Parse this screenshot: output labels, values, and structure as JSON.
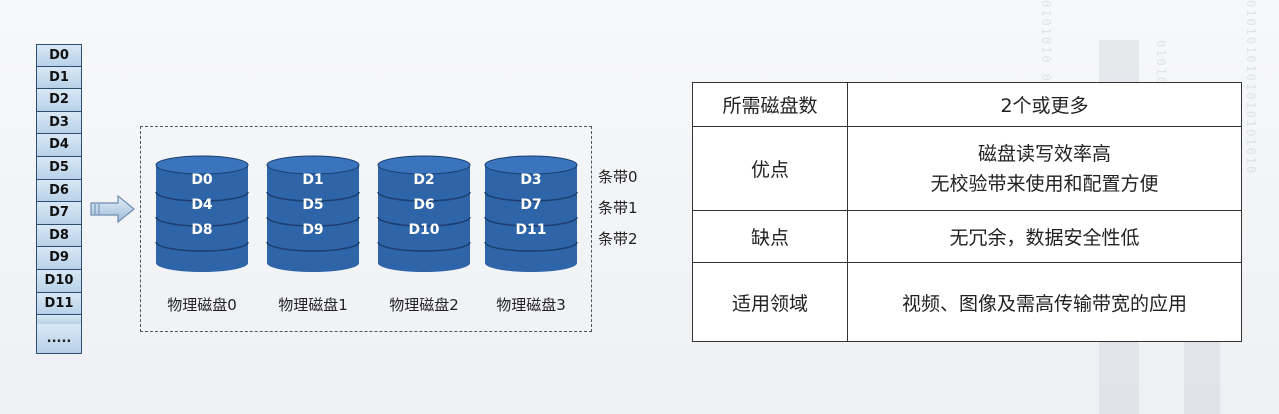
{
  "stack": {
    "blocks": [
      "D0",
      "D1",
      "D2",
      "D3",
      "D4",
      "D5",
      "D6",
      "D7",
      "D8",
      "D9",
      "D10",
      "D11"
    ],
    "more": "....."
  },
  "disks": [
    {
      "rows": [
        "D0",
        "D4",
        "D8"
      ],
      "label": "物理磁盘0"
    },
    {
      "rows": [
        "D1",
        "D5",
        "D9"
      ],
      "label": "物理磁盘1"
    },
    {
      "rows": [
        "D2",
        "D6",
        "D10"
      ],
      "label": "物理磁盘2"
    },
    {
      "rows": [
        "D3",
        "D7",
        "D11"
      ],
      "label": "物理磁盘3"
    }
  ],
  "stripes": [
    "条带0",
    "条带1",
    "条带2"
  ],
  "table": {
    "rows": [
      {
        "key": "所需磁盘数",
        "value": [
          "2个或更多"
        ]
      },
      {
        "key": "优点",
        "value": [
          "磁盘读写效率高",
          "无校验带来使用和配置方便"
        ]
      },
      {
        "key": "缺点",
        "value": [
          "无冗余，数据安全性低"
        ]
      },
      {
        "key": "适用领域",
        "value": [
          "视频、图像及需高传输带宽的应用"
        ]
      }
    ]
  },
  "colors": {
    "disk_fill": "#2e64a8",
    "disk_top": "#3a74bd",
    "disk_line": "#1b3f6e",
    "block_fill": "#c7dcef"
  }
}
